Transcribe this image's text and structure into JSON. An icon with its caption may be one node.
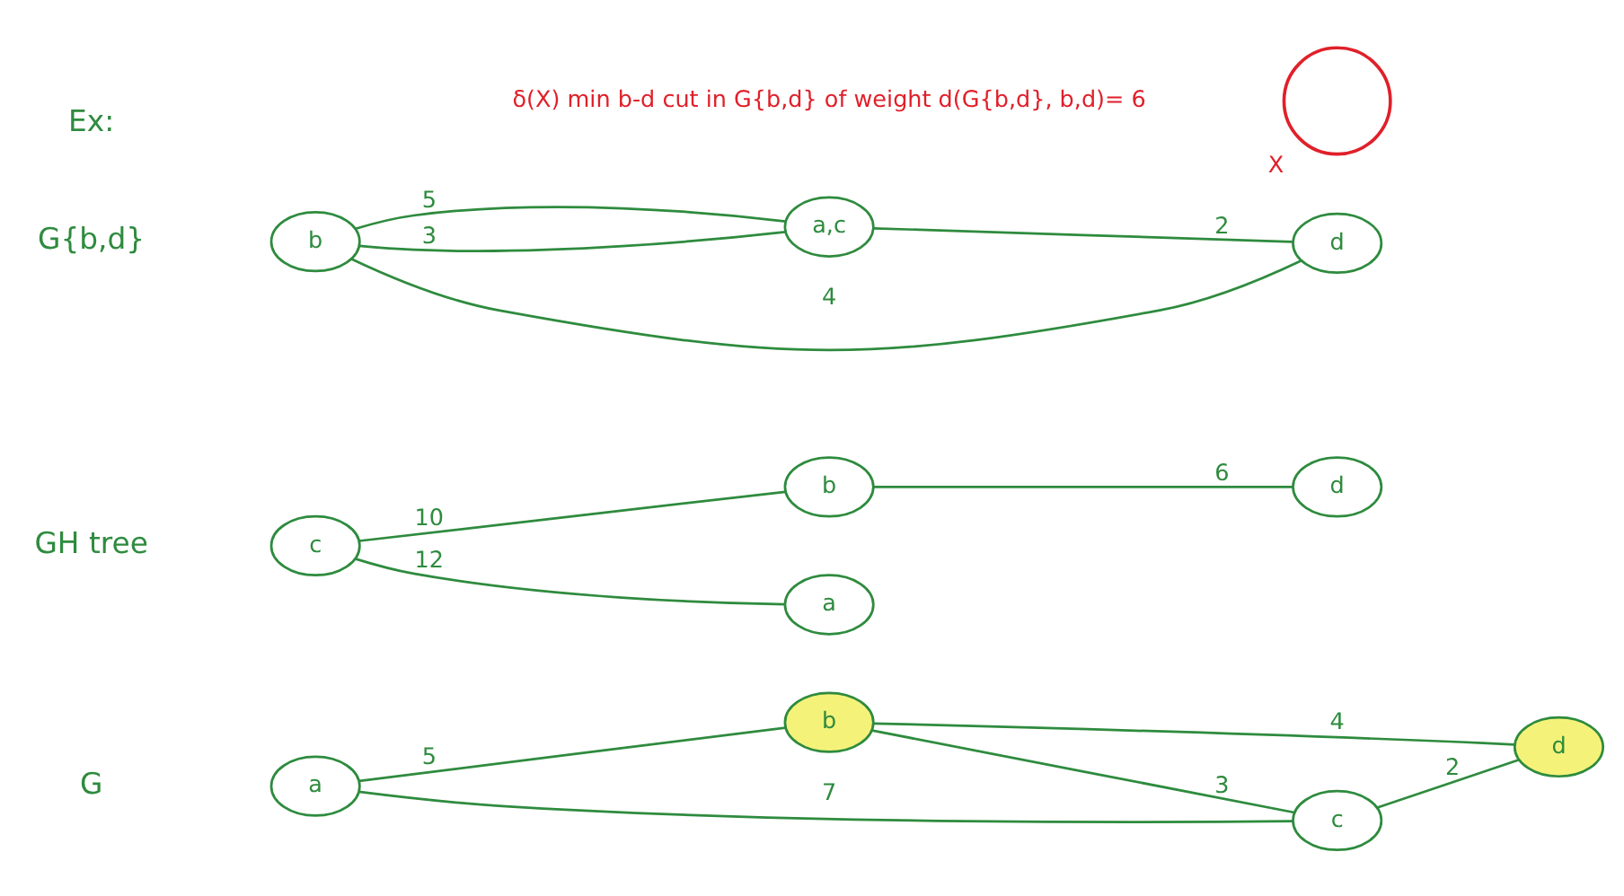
{
  "diagram": {
    "nodes": [
      {
        "text": [
          "a"
        ]
      },
      {
        "text": [
          "b"
        ]
      },
      {
        "text": [
          "c"
        ]
      },
      {
        "text": [
          "d"
        ]
      },
      {
        "text": [
          "c"
        ]
      },
      {
        "text": [
          "b"
        ]
      },
      {
        "text": [
          "a"
        ]
      },
      {
        "text": [
          "d"
        ]
      },
      {
        "text": [
          "b"
        ]
      },
      {
        "text": [
          "a,c"
        ]
      },
      {
        "text": [],
        "shape": "circle",
        "beside": [
          "X"
        ]
      },
      {
        "text": [
          "d"
        ]
      }
    ],
    "edges": [
      {
        "from": 0,
        "to": 1,
        "arrow": "none",
        "label": "5"
      },
      {
        "from": 1,
        "to": 3,
        "arrow": "none",
        "label": "4"
      },
      {
        "from": 1,
        "to": 2,
        "arrow": "none",
        "label": "3"
      },
      {
        "from": 0,
        "to": 2,
        "arrow": "none",
        "label": "7"
      },
      {
        "from": 2,
        "to": 3,
        "arrow": "none",
        "label": "2"
      },
      {
        "from": 4,
        "to": 5,
        "arrow": "none",
        "label": "10"
      },
      {
        "from": 4,
        "to": 6,
        "arrow": "none",
        "label": "12"
      },
      {
        "from": 5,
        "to": 7,
        "arrow": "none",
        "label": "6"
      },
      {
        "from": 8,
        "to": 9,
        "arrow": "none",
        "label": "5"
      },
      {
        "from": 8,
        "to": 9,
        "arrow": "none",
        "label": "3"
      },
      {
        "from": 8,
        "to": 11,
        "arrow": "none",
        "label": "4"
      },
      {
        "from": 9,
        "to": 11,
        "arrow": "none",
        "label": "2"
      }
    ],
    "labels": [
      "Ex:",
      "G",
      "GH tree",
      "G{b,d}",
      "δ(X) min b-d cut in G{b,d} of weight d(G{b,d}, b,d)= 6"
    ]
  }
}
